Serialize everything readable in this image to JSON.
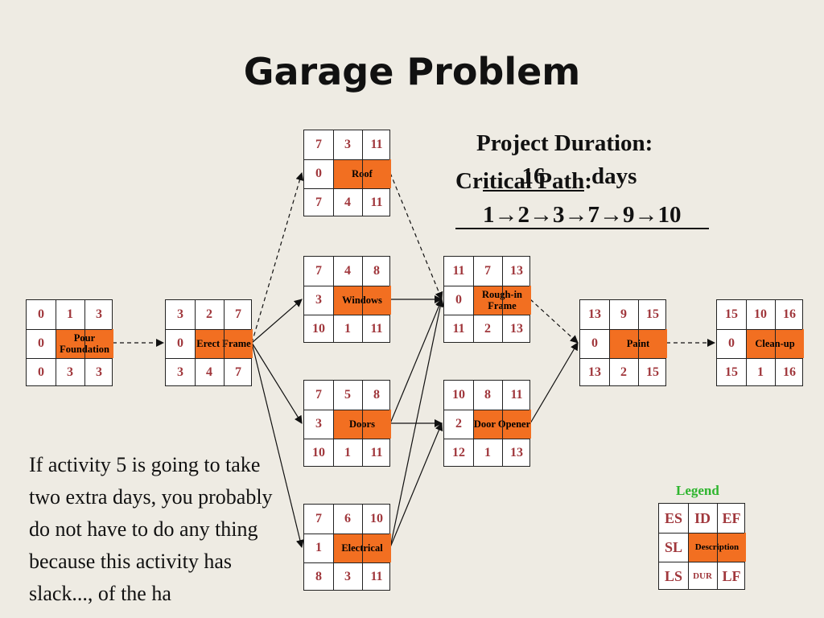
{
  "title": "Garage Problem",
  "summary": {
    "duration_label": "Project Duration:",
    "duration_value": "16",
    "duration_unit": "days",
    "critical_path_label": "Critical Path:",
    "critical_path": "1→2→3→7→9→10"
  },
  "note": "If activity 5 is going to take two extra days, you probably do not have to do any thing because this activity has slack..., of the ha",
  "legend": {
    "title": "Legend",
    "es": "ES",
    "id": "ID",
    "ef": "EF",
    "sl": "SL",
    "description": "Description",
    "ls": "LS",
    "dur": "DUR",
    "lf": "LF"
  },
  "colors": {
    "background": "#eeebe3",
    "description_fill": "#f26f21",
    "value_text": "#a0373c",
    "legend_title": "#2eb52e"
  },
  "nodes": [
    {
      "key": "pour-foundation",
      "es": "0",
      "id": "1",
      "ef": "3",
      "slack": "0",
      "description": "Pour Foundation",
      "ls": "0",
      "dur": "3",
      "lf": "3"
    },
    {
      "key": "erect-frame",
      "es": "3",
      "id": "2",
      "ef": "7",
      "slack": "0",
      "description": "Erect Frame",
      "ls": "3",
      "dur": "4",
      "lf": "7"
    },
    {
      "key": "roof",
      "es": "7",
      "id": "3",
      "ef": "11",
      "slack": "0",
      "description": "Roof",
      "ls": "7",
      "dur": "4",
      "lf": "11"
    },
    {
      "key": "windows",
      "es": "7",
      "id": "4",
      "ef": "8",
      "slack": "3",
      "description": "Windows",
      "ls": "10",
      "dur": "1",
      "lf": "11"
    },
    {
      "key": "doors",
      "es": "7",
      "id": "5",
      "ef": "8",
      "slack": "3",
      "description": "Doors",
      "ls": "10",
      "dur": "1",
      "lf": "11"
    },
    {
      "key": "electrical",
      "es": "7",
      "id": "6",
      "ef": "10",
      "slack": "1",
      "description": "Electrical",
      "ls": "8",
      "dur": "3",
      "lf": "11"
    },
    {
      "key": "rough-in-frame",
      "es": "11",
      "id": "7",
      "ef": "13",
      "slack": "0",
      "description": "Rough-in Frame",
      "ls": "11",
      "dur": "2",
      "lf": "13"
    },
    {
      "key": "door-opener",
      "es": "10",
      "id": "8",
      "ef": "11",
      "slack": "2",
      "description": "Door Opener",
      "ls": "12",
      "dur": "1",
      "lf": "13"
    },
    {
      "key": "paint",
      "es": "13",
      "id": "9",
      "ef": "15",
      "slack": "0",
      "description": "Paint",
      "ls": "13",
      "dur": "2",
      "lf": "15"
    },
    {
      "key": "clean-up",
      "es": "15",
      "id": "10",
      "ef": "16",
      "slack": "0",
      "description": "Clean-up",
      "ls": "15",
      "dur": "1",
      "lf": "16"
    }
  ],
  "edges": [
    {
      "from": "pour-foundation",
      "to": "erect-frame",
      "critical": true
    },
    {
      "from": "erect-frame",
      "to": "roof",
      "critical": true
    },
    {
      "from": "erect-frame",
      "to": "windows",
      "critical": false
    },
    {
      "from": "erect-frame",
      "to": "doors",
      "critical": false
    },
    {
      "from": "erect-frame",
      "to": "electrical",
      "critical": false
    },
    {
      "from": "roof",
      "to": "rough-in-frame",
      "critical": true
    },
    {
      "from": "windows",
      "to": "rough-in-frame",
      "critical": false
    },
    {
      "from": "doors",
      "to": "rough-in-frame",
      "critical": false
    },
    {
      "from": "doors",
      "to": "door-opener",
      "critical": false
    },
    {
      "from": "electrical",
      "to": "rough-in-frame",
      "critical": false
    },
    {
      "from": "electrical",
      "to": "door-opener",
      "critical": false
    },
    {
      "from": "rough-in-frame",
      "to": "paint",
      "critical": true
    },
    {
      "from": "door-opener",
      "to": "paint",
      "critical": false
    },
    {
      "from": "paint",
      "to": "clean-up",
      "critical": true
    }
  ]
}
